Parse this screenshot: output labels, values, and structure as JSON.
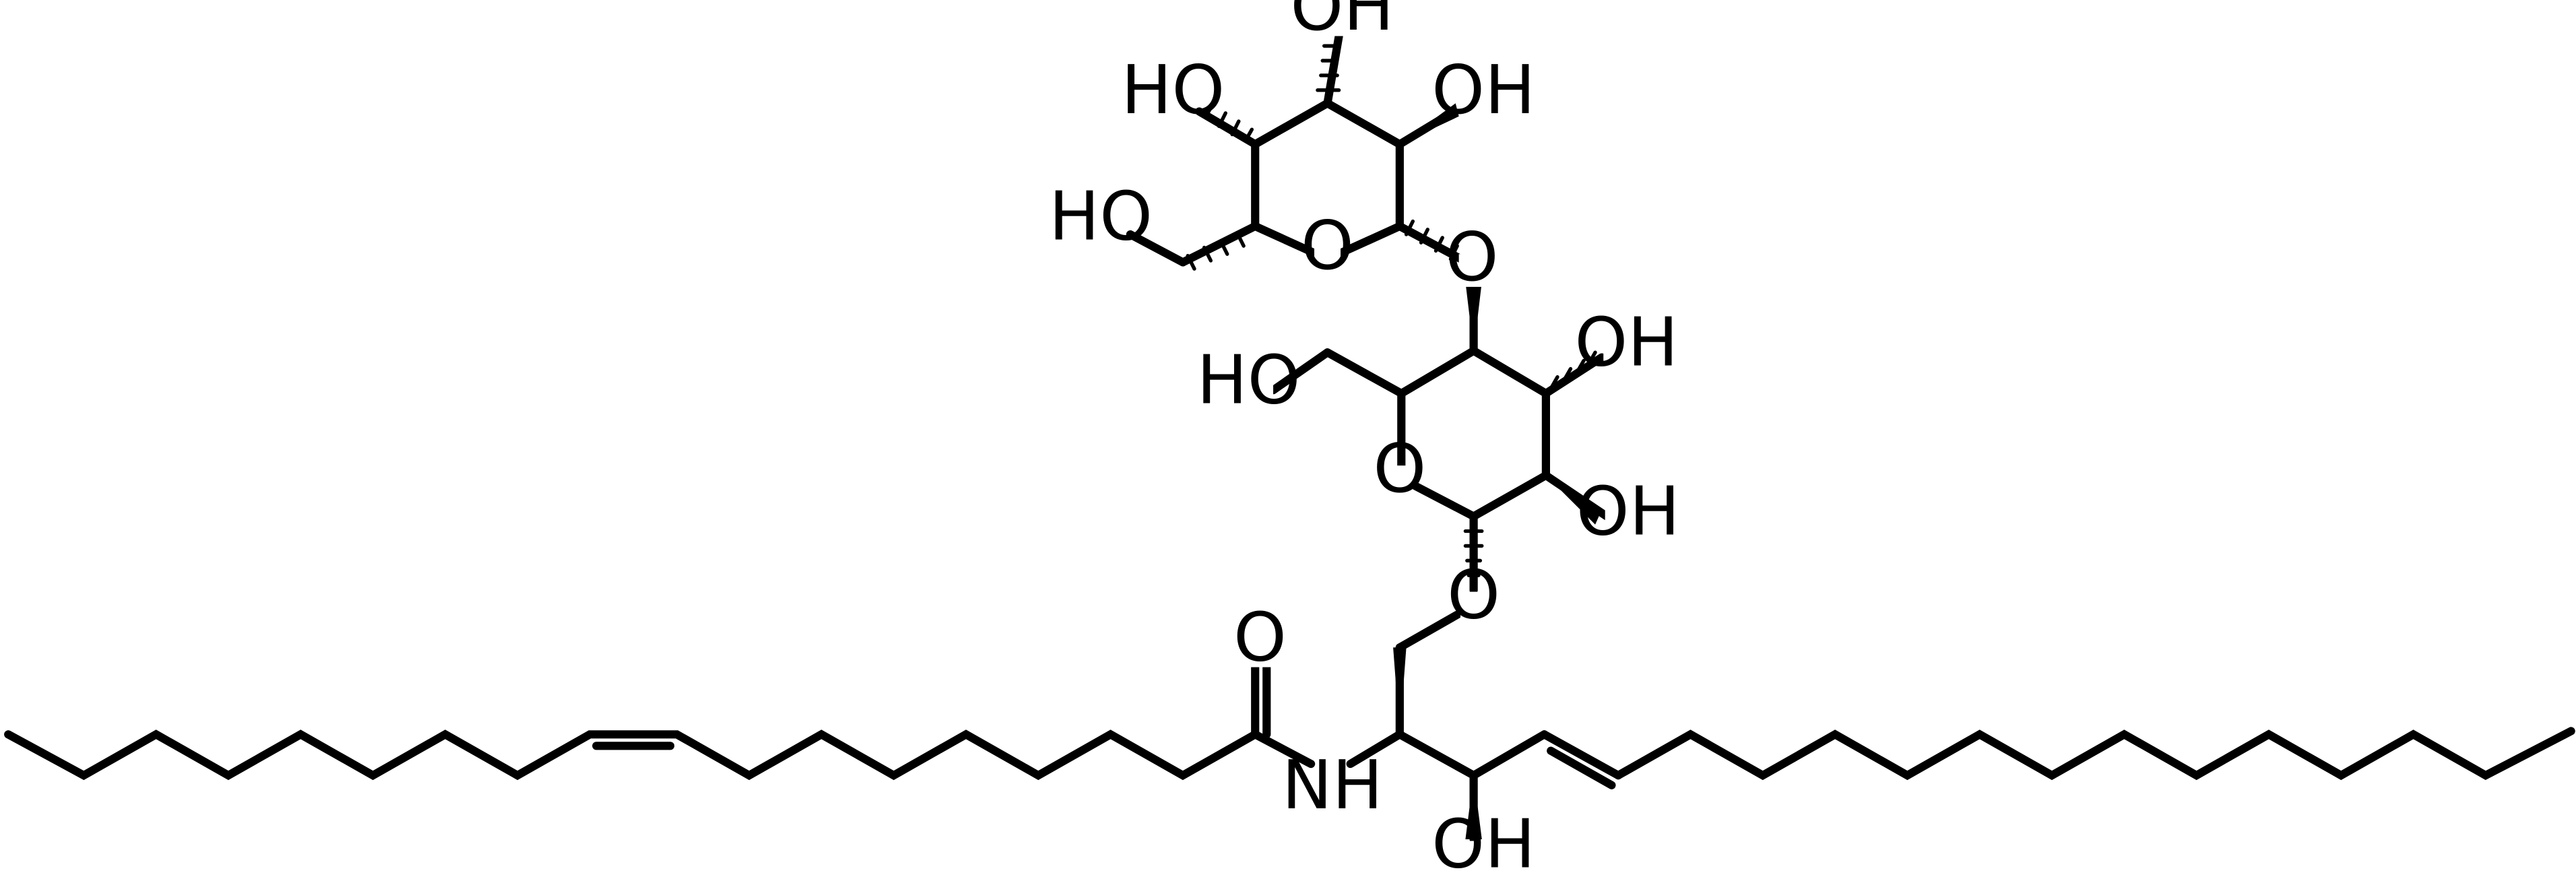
{
  "molecule": {
    "atom_labels": {
      "o_gal_4oh": "OH",
      "o_gal_3oh": "HO",
      "o_gal_2oh": "OH",
      "o_gal_6oh": "HO",
      "o_gal_ring": "O",
      "o_glycosidic_1": "O",
      "o_glc_6oh": "HO",
      "o_glc_3oh": "OH",
      "o_glc_ring": "O",
      "o_glc_2oh": "OH",
      "o_glycosidic_2": "O",
      "o_carbonyl": "O",
      "n_amide": "NH",
      "o_sph_3oh": "OH"
    }
  }
}
